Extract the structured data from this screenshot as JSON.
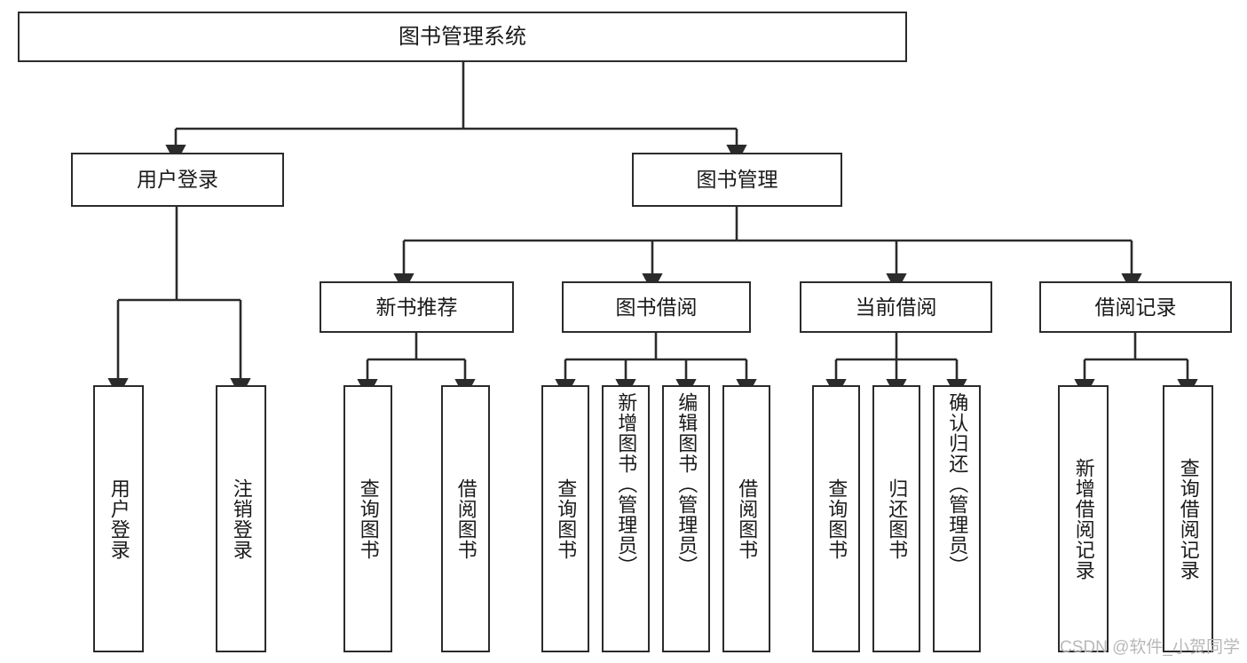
{
  "diagram": {
    "title": "图书管理系统",
    "type": "tree-hierarchy",
    "watermark": "CSDN @软件_小贺同学",
    "colors": {
      "border": "#2b2b2b",
      "background": "#ffffff",
      "text": "#1a1a1a",
      "edge": "#2b2b2b",
      "watermark": "#b8b8b8"
    }
  },
  "nodes": {
    "root": {
      "label": "图书管理系统"
    },
    "level1": [
      {
        "id": "user-login",
        "label": "用户登录"
      },
      {
        "id": "book-manage",
        "label": "图书管理"
      }
    ],
    "level2": [
      {
        "id": "new-book-recommend",
        "label": "新书推荐"
      },
      {
        "id": "book-borrow",
        "label": "图书借阅"
      },
      {
        "id": "current-borrow",
        "label": "当前借阅"
      },
      {
        "id": "borrow-record",
        "label": "借阅记录"
      }
    ],
    "leaves": {
      "user_login": [
        {
          "id": "leaf-user-login",
          "label": "用户登录"
        },
        {
          "id": "leaf-user-logout",
          "label": "注销登录"
        }
      ],
      "new_book_recommend": [
        {
          "id": "leaf-query-book-1",
          "label": "查询图书"
        },
        {
          "id": "leaf-borrow-book-1",
          "label": "借阅图书"
        }
      ],
      "book_borrow": [
        {
          "id": "leaf-query-book-2",
          "label": "查询图书"
        },
        {
          "id": "leaf-add-book",
          "label": "新增图书（管理员）"
        },
        {
          "id": "leaf-edit-book",
          "label": "编辑图书（管理员）"
        },
        {
          "id": "leaf-borrow-book-2",
          "label": "借阅图书"
        }
      ],
      "current_borrow": [
        {
          "id": "leaf-query-book-3",
          "label": "查询图书"
        },
        {
          "id": "leaf-return-book",
          "label": "归还图书"
        },
        {
          "id": "leaf-confirm-return",
          "label": "确认归还（管理员）"
        }
      ],
      "borrow_record": [
        {
          "id": "leaf-add-record",
          "label": "新增借阅记录"
        },
        {
          "id": "leaf-query-record",
          "label": "查询借阅记录"
        }
      ]
    }
  }
}
